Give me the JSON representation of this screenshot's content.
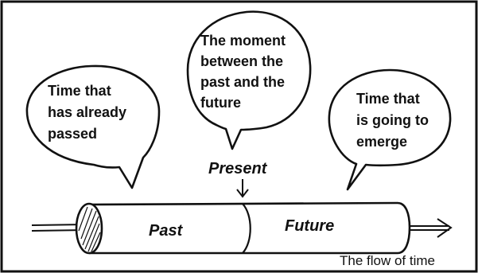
{
  "bubbles": {
    "past": {
      "lines": [
        "Time that",
        "has already",
        "passed"
      ]
    },
    "present": {
      "lines": [
        "The moment",
        "between the",
        "past and the",
        "future"
      ]
    },
    "future": {
      "lines": [
        "Time that",
        "is going to",
        "emerge"
      ]
    }
  },
  "present_label": "Present",
  "tube": {
    "past_label": "Past",
    "future_label": "Future"
  },
  "caption": "The flow of time",
  "colors": {
    "stroke": "#111111",
    "background": "#ffffff"
  },
  "icons": {
    "arrow_down": "arrow-down-icon",
    "arrow_right": "arrow-right-icon"
  }
}
